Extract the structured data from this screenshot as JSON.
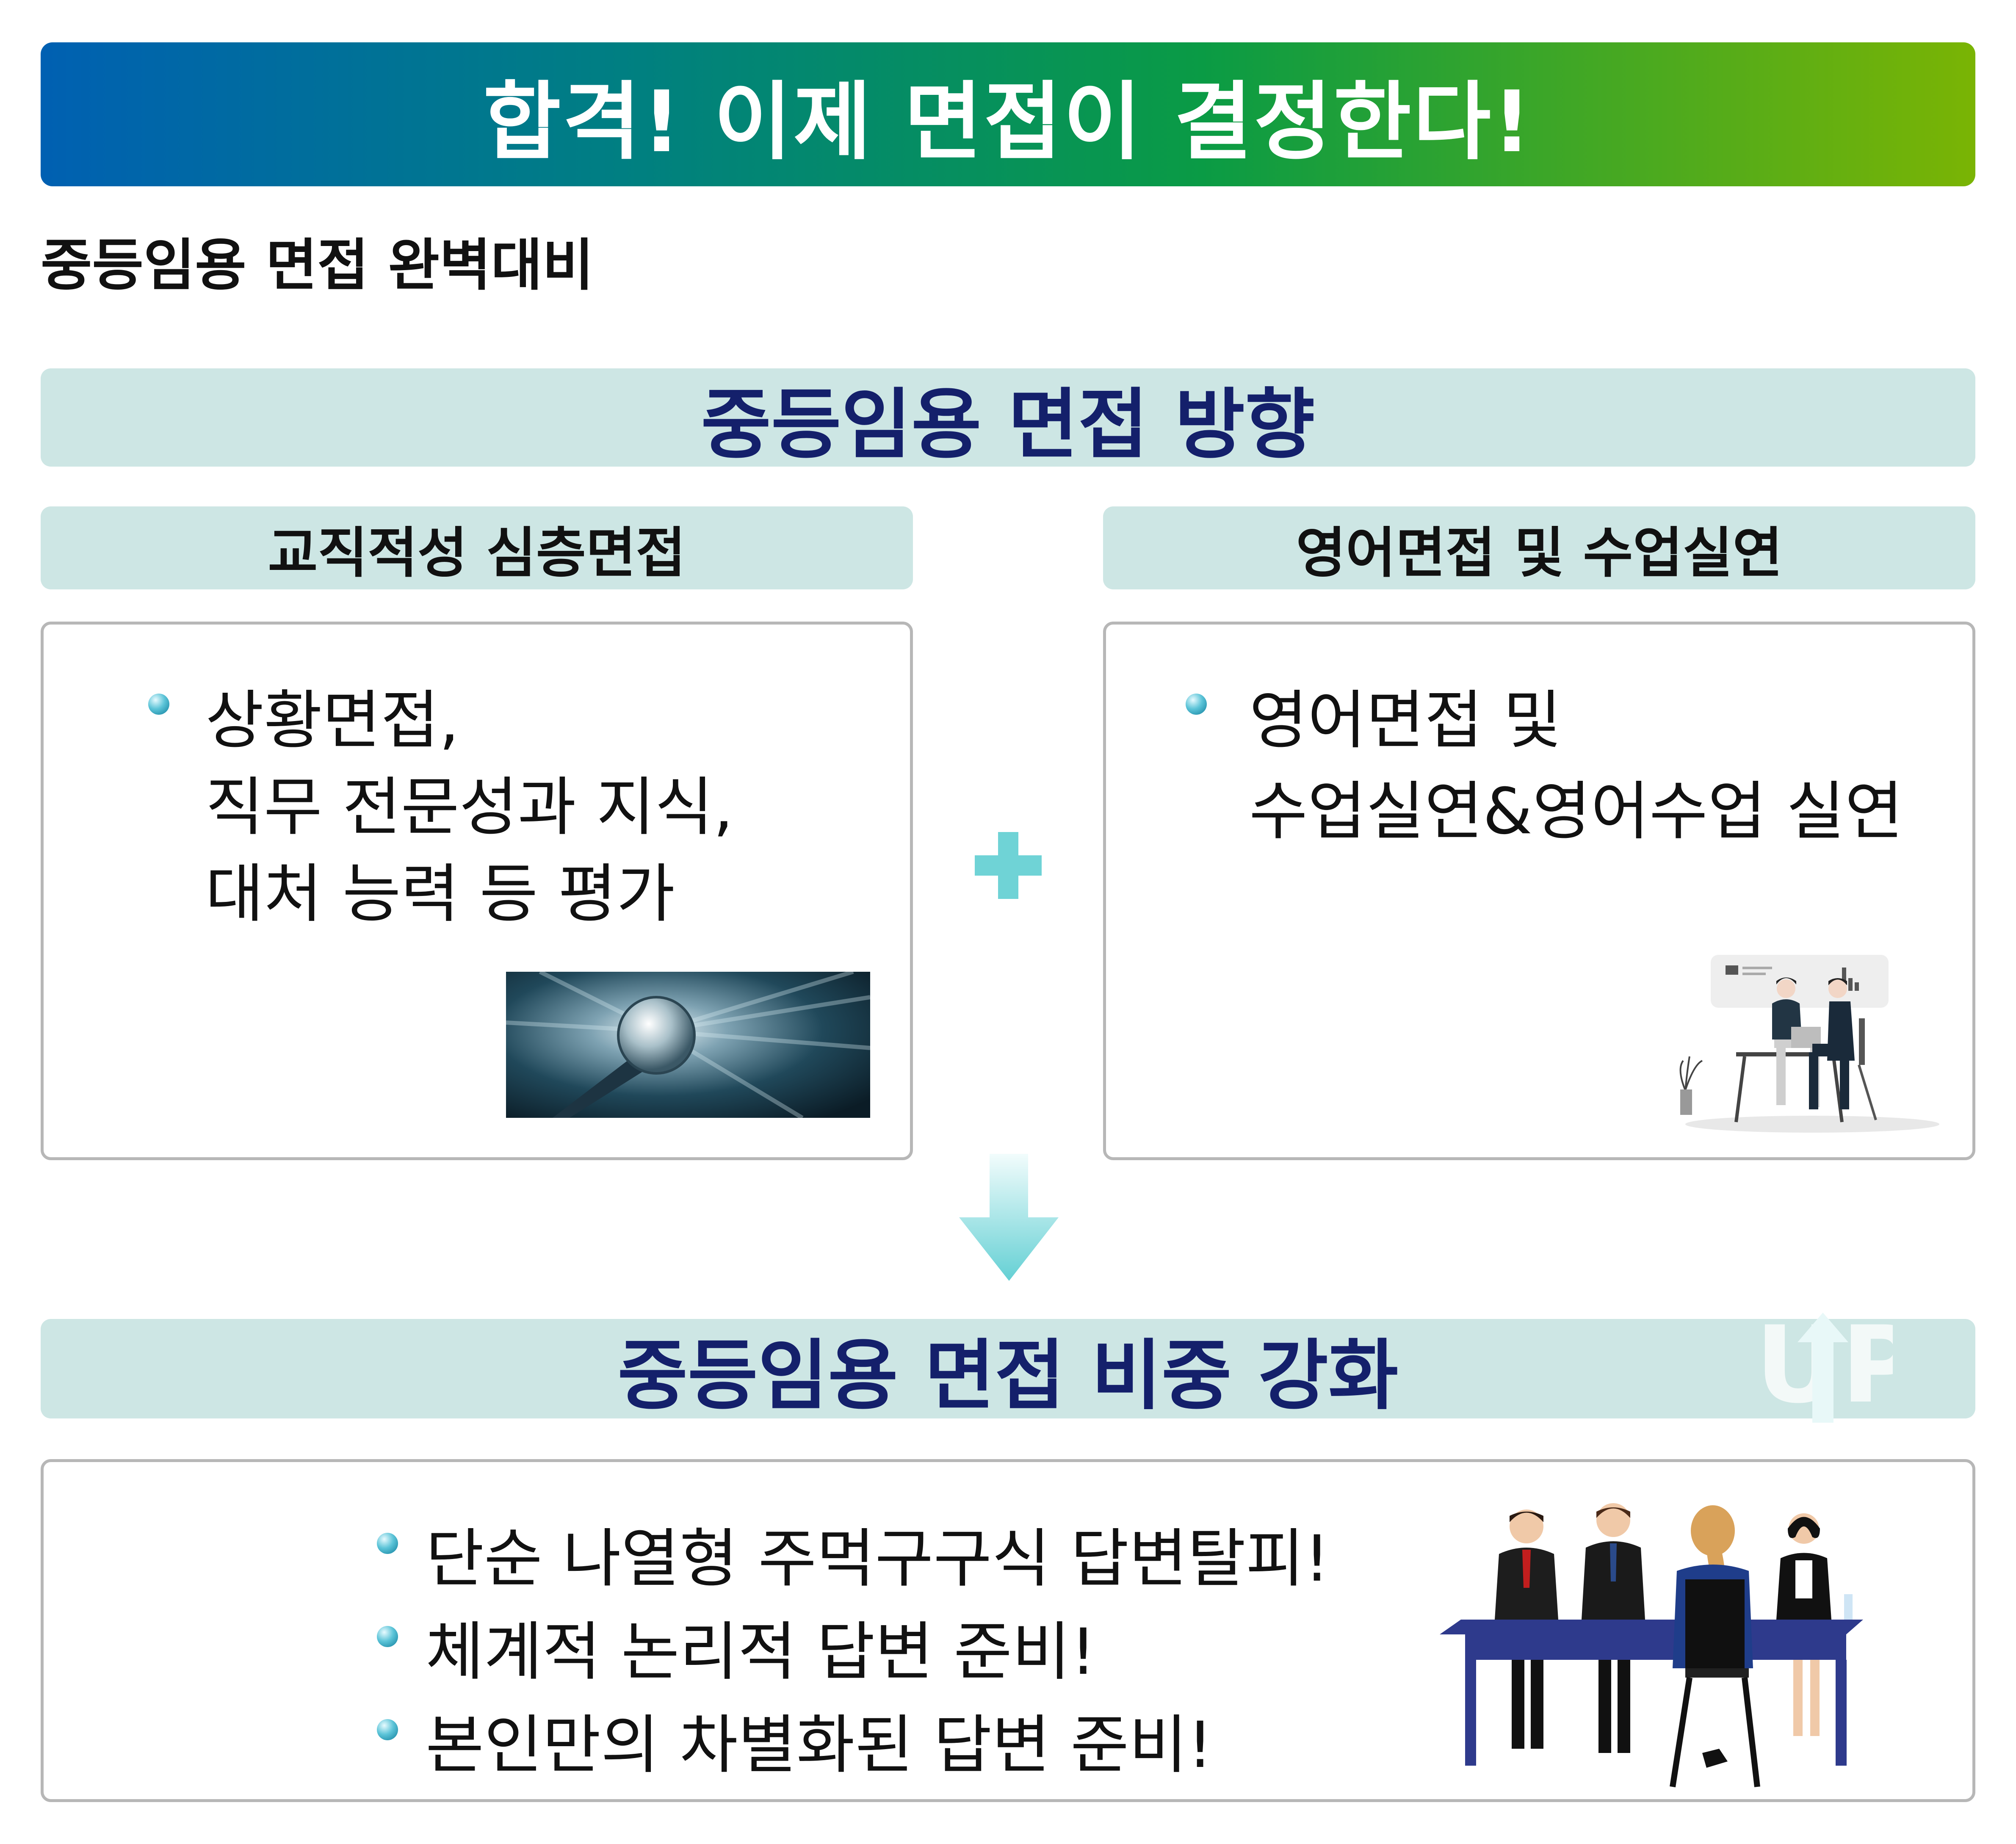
{
  "banner": {
    "title": "합격! 이제 면접이 결정한다!"
  },
  "subtitle": "중등임용 면접 완벽대비",
  "direction": {
    "title": "중등임용 면접 방향"
  },
  "left_panel": {
    "heading": "교직적성 심층면접",
    "lines": [
      "상황면접,",
      "직무 전문성과 지식,",
      "대처 능력 등 평가"
    ],
    "image": "microphone-photo"
  },
  "right_panel": {
    "heading": "영어면접 및 수업실연",
    "lines": [
      "영어면접 및",
      "수업실연&영어수업 실연"
    ],
    "image": "meeting-illustration"
  },
  "connectors": {
    "plus_icon": "plus-icon",
    "arrow_icon": "arrow-down-icon"
  },
  "weight": {
    "title": "중등임용 면접 비중 강화",
    "badge_text": "UP"
  },
  "bottom_panel": {
    "bullets": [
      "단순 나열형 주먹구구식 답변탈피!",
      "체계적 논리적 답변 준비!",
      "본인만의 차별화된 답변 준비!"
    ],
    "image": "interview-panel-illustration"
  },
  "colors": {
    "gradient_start": "#0060b2",
    "gradient_end": "#7ab404",
    "bar_bg": "#cde6e4",
    "title_navy": "#14206b",
    "accent_cyan": "#6fd3d6"
  }
}
